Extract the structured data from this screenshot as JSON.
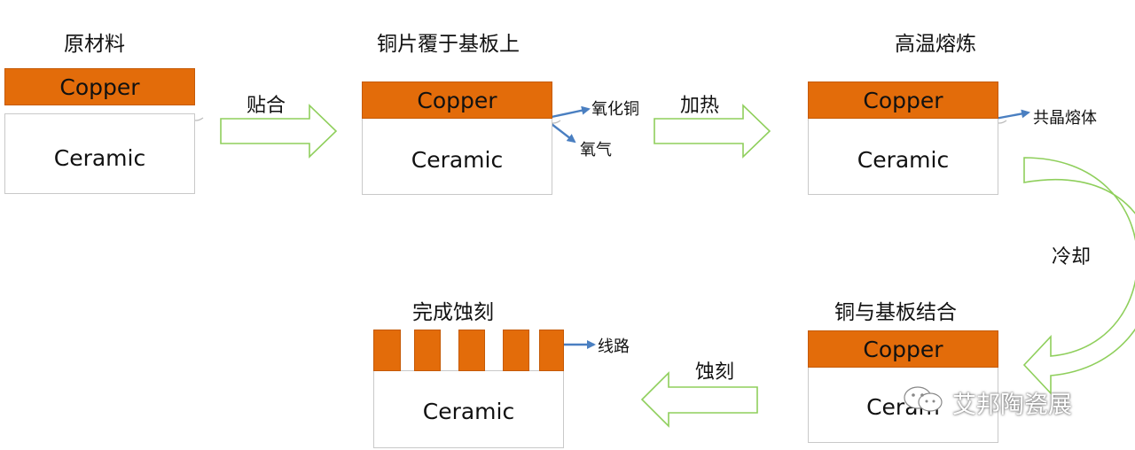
{
  "steps": {
    "s1": {
      "title": "原材料",
      "copper": "Copper",
      "ceramic": "Ceramic"
    },
    "s2": {
      "title": "铜片覆于基板上",
      "copper": "Copper",
      "ceramic": "Ceramic",
      "callout1": "氧化铜",
      "callout2": "氧气"
    },
    "s3": {
      "title": "高温熔炼",
      "copper": "Copper",
      "ceramic": "Ceramic",
      "callout1": "共晶熔体"
    },
    "s4": {
      "title": "铜与基板结合",
      "copper": "Copper",
      "ceramic": "Ceram"
    },
    "s5": {
      "title": "完成蚀刻",
      "ceramic": "Ceramic",
      "callout1": "线路"
    }
  },
  "arrows": {
    "a1": "贴合",
    "a2": "加热",
    "a3": "冷却",
    "a4": "蚀刻"
  },
  "watermark": "艾邦陶瓷展",
  "colors": {
    "copper": "#e36c0a",
    "arrow_outline": "#8fcf5c",
    "callout_arrow": "#4a7fc1"
  }
}
